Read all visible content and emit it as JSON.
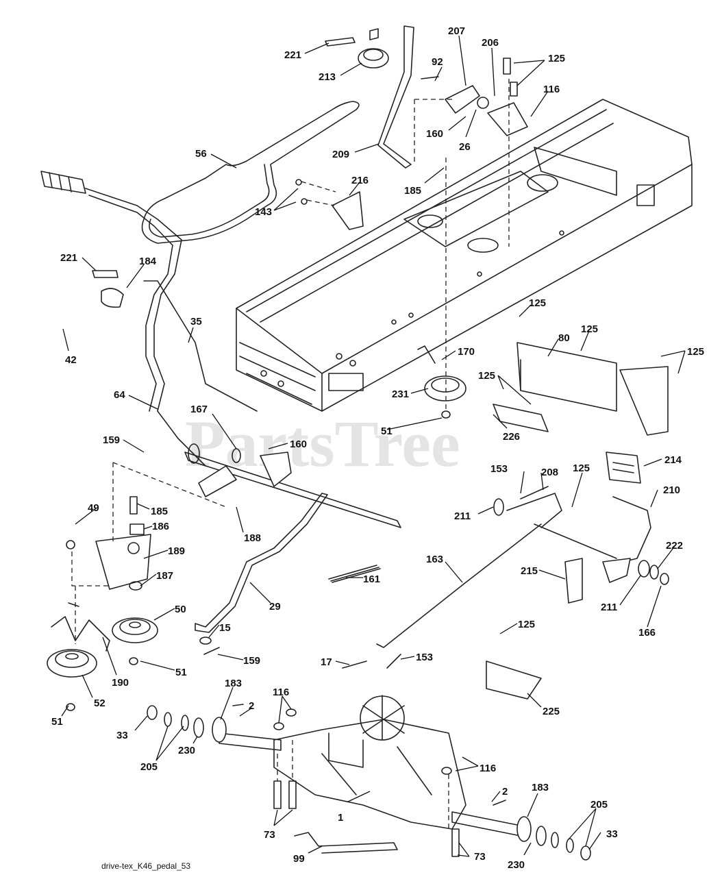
{
  "watermark": "PartsTree",
  "caption": "drive-tex_K46_pedal_53",
  "callouts": [
    "221",
    "213",
    "207",
    "206",
    "92",
    "125",
    "116",
    "160",
    "26",
    "209",
    "56",
    "185",
    "216",
    "143",
    "221",
    "184",
    "42",
    "35",
    "64",
    "170",
    "125",
    "80",
    "125",
    "125",
    "125",
    "231",
    "51",
    "226",
    "167",
    "160",
    "159",
    "214",
    "153",
    "208",
    "125",
    "210",
    "211",
    "185",
    "49",
    "186",
    "189",
    "188",
    "163",
    "222",
    "215",
    "211",
    "187",
    "166",
    "161",
    "29",
    "50",
    "15",
    "125",
    "159",
    "190",
    "51",
    "17",
    "153",
    "52",
    "51",
    "183",
    "116",
    "2",
    "225",
    "33",
    "205",
    "230",
    "116",
    "1",
    "2",
    "183",
    "73",
    "205",
    "33",
    "99",
    "73",
    "230"
  ]
}
